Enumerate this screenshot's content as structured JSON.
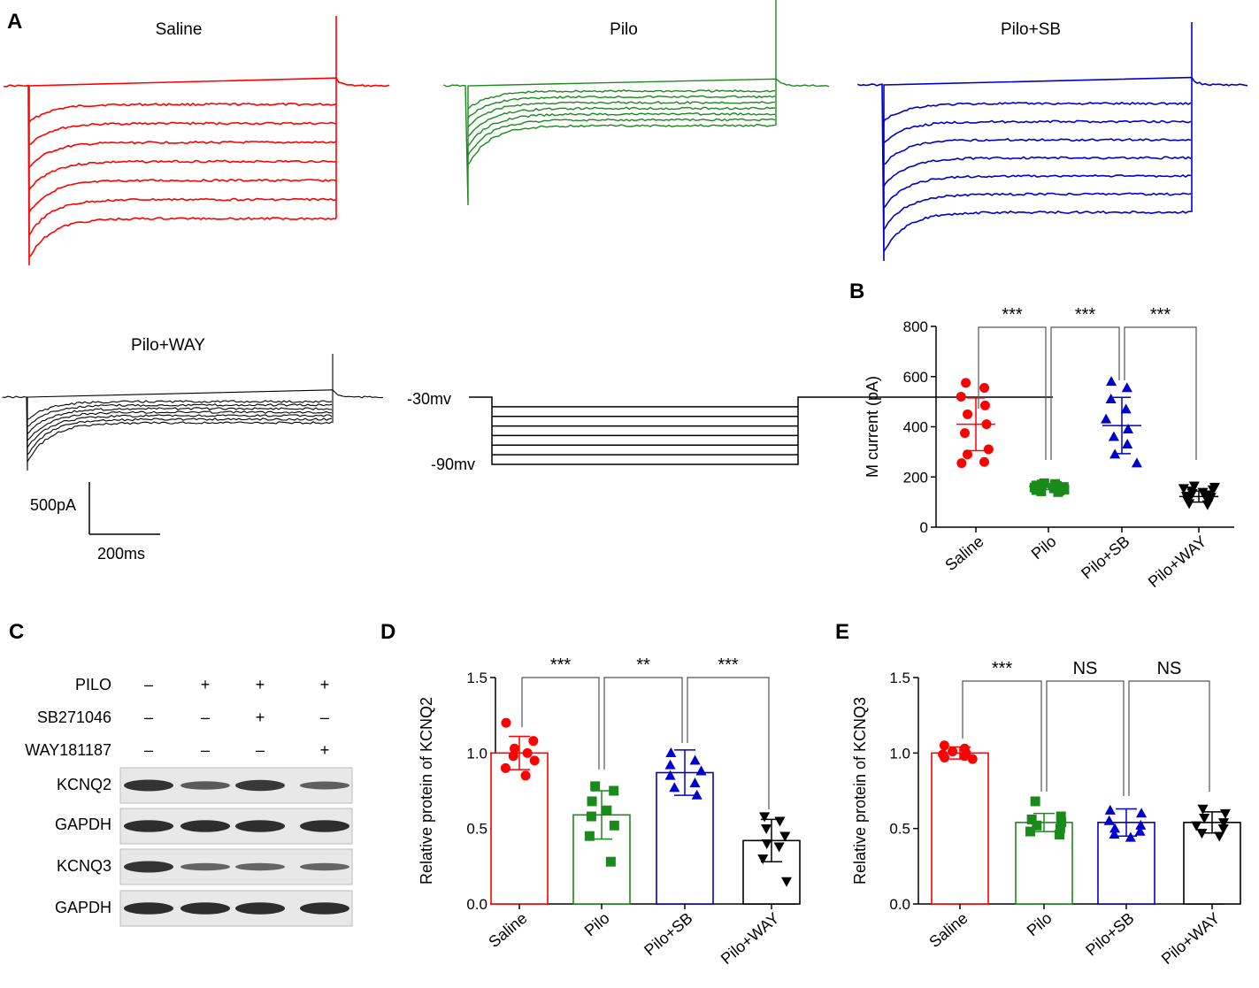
{
  "panels": {
    "A": {
      "letter": "A",
      "traces": [
        {
          "title": "Saline",
          "color": "#ff0000",
          "n_sweeps": 8
        },
        {
          "title": "Pilo",
          "color": "#1a8a1a",
          "n_sweeps": 8
        },
        {
          "title": "Pilo+SB",
          "color": "#0000cc",
          "n_sweeps": 8
        },
        {
          "title": "Pilo+WAY",
          "color": "#000000",
          "n_sweeps": 8
        }
      ],
      "protocol": {
        "hold_label": "-30mv",
        "min_label": "-90mv",
        "n_steps": 7
      },
      "scale_bar": {
        "current": "500pA",
        "time": "200ms"
      }
    },
    "B": {
      "letter": "B"
    },
    "C": {
      "letter": "C",
      "row_labels": [
        "PILO",
        "SB271046",
        "WAY181187"
      ],
      "signs": [
        [
          "–",
          "+",
          "+",
          "+"
        ],
        [
          "–",
          "–",
          "+",
          "–"
        ],
        [
          "–",
          "–",
          "–",
          "+"
        ]
      ],
      "bands": [
        {
          "label": "KCNQ2",
          "intensity": [
            0.9,
            0.55,
            0.85,
            0.5
          ]
        },
        {
          "label": "GAPDH",
          "intensity": [
            0.95,
            0.95,
            0.95,
            0.95
          ]
        },
        {
          "label": "KCNQ3",
          "intensity": [
            0.9,
            0.45,
            0.45,
            0.45
          ]
        },
        {
          "label": "GAPDH",
          "intensity": [
            0.95,
            0.95,
            0.95,
            0.95
          ]
        }
      ]
    },
    "D": {
      "letter": "D"
    },
    "E": {
      "letter": "E"
    }
  },
  "chart_data": [
    {
      "panel": "B",
      "type": "scatter",
      "ylabel": "M current (pA)",
      "ylim": [
        0,
        800
      ],
      "yticks": [
        0,
        200,
        400,
        600,
        800
      ],
      "categories": [
        "Saline",
        "Pilo",
        "Pilo+SB",
        "Pilo+WAY"
      ],
      "colors": [
        "#ff0000",
        "#1a8a1a",
        "#0000cc",
        "#000000"
      ],
      "markers": [
        "circle",
        "square",
        "triangle-up",
        "triangle-down"
      ],
      "points": [
        [
          575,
          555,
          520,
          485,
          450,
          410,
          375,
          310,
          290,
          260,
          255
        ],
        [
          175,
          172,
          170,
          168,
          166,
          164,
          162,
          160,
          158,
          155,
          152,
          150,
          148,
          146,
          143,
          140
        ],
        [
          580,
          555,
          510,
          470,
          430,
          390,
          360,
          330,
          290,
          255
        ],
        [
          165,
          160,
          155,
          150,
          145,
          140,
          135,
          130,
          125,
          120,
          115,
          110,
          105,
          100,
          95,
          90
        ]
      ],
      "mean": [
        410,
        162,
        405,
        122
      ],
      "sd": [
        105,
        12,
        112,
        22
      ],
      "significance": [
        {
          "from": 0,
          "to": 1,
          "label": "***"
        },
        {
          "from": 1,
          "to": 2,
          "label": "***"
        },
        {
          "from": 2,
          "to": 3,
          "label": "***"
        }
      ]
    },
    {
      "panel": "D",
      "type": "bar",
      "ylabel": "Relative protein of  KCNQ2",
      "ylim": [
        0,
        1.5
      ],
      "yticks": [
        0.0,
        0.5,
        1.0,
        1.5
      ],
      "categories": [
        "Saline",
        "Pilo",
        "Pilo+SB",
        "Pilo+WAY"
      ],
      "colors": [
        "#ff0000",
        "#1a8a1a",
        "#0000cc",
        "#000000"
      ],
      "markers": [
        "circle",
        "square",
        "triangle-up",
        "triangle-down"
      ],
      "values": [
        1.0,
        0.59,
        0.87,
        0.42
      ],
      "sd": [
        0.11,
        0.16,
        0.15,
        0.14
      ],
      "points": [
        [
          1.2,
          1.08,
          1.03,
          1.0,
          0.98,
          0.95,
          0.9,
          0.85
        ],
        [
          0.78,
          0.75,
          0.68,
          0.62,
          0.58,
          0.52,
          0.45,
          0.28
        ],
        [
          1.0,
          0.95,
          0.92,
          0.88,
          0.85,
          0.8,
          0.77,
          0.72
        ],
        [
          0.58,
          0.55,
          0.5,
          0.45,
          0.4,
          0.38,
          0.3,
          0.15
        ]
      ],
      "significance": [
        {
          "from": 0,
          "to": 1,
          "label": "***"
        },
        {
          "from": 1,
          "to": 2,
          "label": "**"
        },
        {
          "from": 2,
          "to": 3,
          "label": "***"
        }
      ]
    },
    {
      "panel": "E",
      "type": "bar",
      "ylabel": "Relative protein of  KCNQ3",
      "ylim": [
        0,
        1.5
      ],
      "yticks": [
        0.0,
        0.5,
        1.0,
        1.5
      ],
      "categories": [
        "Saline",
        "Pilo",
        "Pilo+SB",
        "Pilo+WAY"
      ],
      "colors": [
        "#ff0000",
        "#1a8a1a",
        "#0000cc",
        "#000000"
      ],
      "markers": [
        "circle",
        "square",
        "triangle-up",
        "triangle-down"
      ],
      "values": [
        1.0,
        0.54,
        0.54,
        0.54
      ],
      "sd": [
        0.04,
        0.06,
        0.09,
        0.07
      ],
      "points": [
        [
          1.05,
          1.03,
          1.01,
          1.0,
          0.99,
          0.98,
          0.97,
          0.96
        ],
        [
          0.68,
          0.58,
          0.56,
          0.54,
          0.52,
          0.5,
          0.48,
          0.46
        ],
        [
          0.62,
          0.6,
          0.55,
          0.52,
          0.5,
          0.48,
          0.46,
          0.44
        ],
        [
          0.63,
          0.6,
          0.57,
          0.54,
          0.52,
          0.5,
          0.47,
          0.45
        ]
      ],
      "significance": [
        {
          "from": 0,
          "to": 1,
          "label": "***"
        },
        {
          "from": 1,
          "to": 2,
          "label": "NS"
        },
        {
          "from": 2,
          "to": 3,
          "label": "NS"
        }
      ]
    }
  ]
}
